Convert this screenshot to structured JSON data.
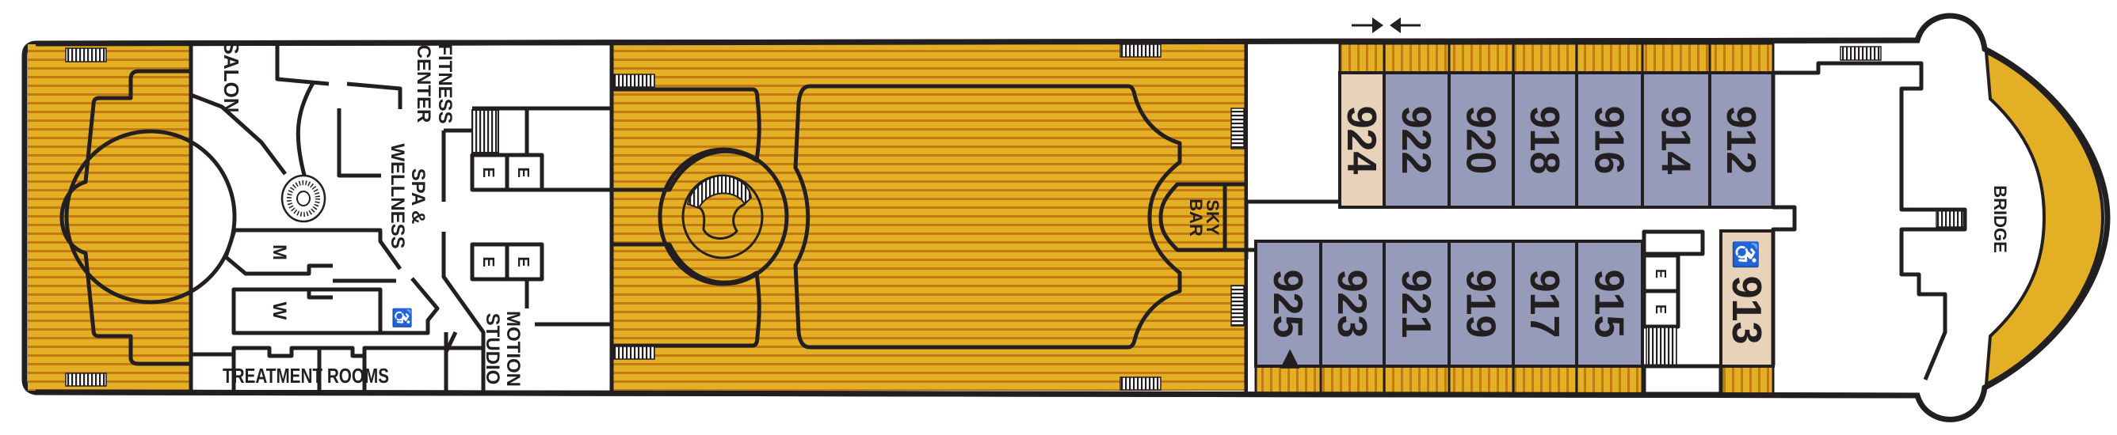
{
  "colors": {
    "deck_wood": "#E2AF25",
    "deck_wood_line": "#C47A12",
    "cabin_standard": "#979BBA",
    "cabin_accessible": "#E8D3BA",
    "hull_outline": "#231F20"
  },
  "labels": {
    "salon": "SALON",
    "fitness_center_1": "FITNESS",
    "fitness_center_2": "CENTER",
    "spa_1": "SPA &",
    "spa_2": "WELLNESS",
    "treatment_rooms": "TREATMENT ROOMS",
    "motion_studio_1": "MOTION",
    "motion_studio_2": "STUDIO",
    "sky_bar_1": "SKY",
    "sky_bar_2": "BAR",
    "bridge": "BRIDGE",
    "men_restroom": "M",
    "women_restroom": "W",
    "elevator": "E"
  },
  "icons": {
    "accessible": "wheelchair-icon",
    "connecting": "triangle-icon",
    "beam_marker": "arrows-inward-icon",
    "stairs": "stairs-icon",
    "spiral_stairs": "spiral-staircase-icon"
  },
  "cabins": {
    "port_row": [
      {
        "number": "924",
        "type": "accessible-color"
      },
      {
        "number": "922",
        "type": "standard"
      },
      {
        "number": "920",
        "type": "standard"
      },
      {
        "number": "918",
        "type": "standard"
      },
      {
        "number": "916",
        "type": "standard"
      },
      {
        "number": "914",
        "type": "standard"
      },
      {
        "number": "912",
        "type": "standard"
      }
    ],
    "starboard_row": [
      {
        "number": "925",
        "type": "standard",
        "marker": "▶"
      },
      {
        "number": "923",
        "type": "standard"
      },
      {
        "number": "921",
        "type": "standard"
      },
      {
        "number": "919",
        "type": "standard"
      },
      {
        "number": "917",
        "type": "standard"
      },
      {
        "number": "915",
        "type": "standard"
      }
    ],
    "accessible_cabin": {
      "number": "913",
      "type": "wheelchair-accessible"
    }
  }
}
